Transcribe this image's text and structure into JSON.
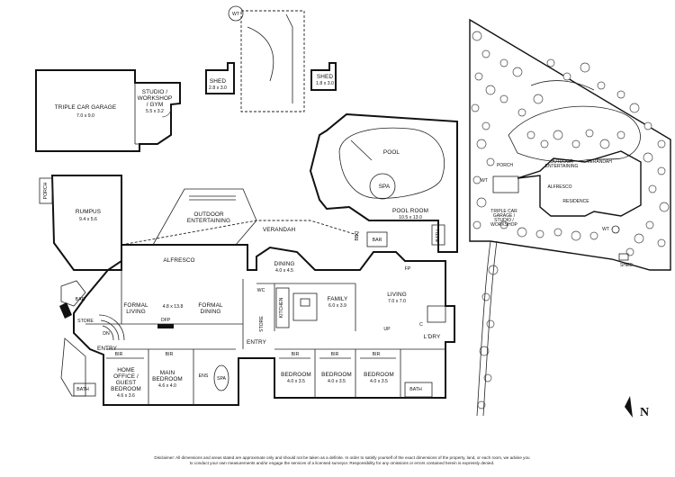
{
  "rooms": {
    "triple_garage": {
      "name": "TRIPLE CAR GARAGE",
      "dim": "7.0 x 9.0"
    },
    "studio": {
      "line1": "STUDIO /",
      "line2": "WORKSHOP",
      "line3": "/ GYM",
      "dim": "5.5 x 3.2"
    },
    "shed_left": {
      "name": "SHED",
      "dim": "2.8 x 3.0"
    },
    "shed_right": {
      "name": "SHED",
      "dim": "1.8 x 3.0"
    },
    "pool": {
      "name": "POOL"
    },
    "spa_pool": {
      "name": "SPA"
    },
    "pool_room": {
      "name": "POOL ROOM",
      "dim": "10.5 x 13.0"
    },
    "rumpus": {
      "name": "RUMPUS",
      "dim": "9.4 x 5.6"
    },
    "porch_left": {
      "name": "PORCH"
    },
    "outdoor": {
      "line1": "OUTDOOR",
      "line2": "ENTERTAINING"
    },
    "verandah": {
      "name": "VERANDAH"
    },
    "alfresco": {
      "name": "ALFRESCO"
    },
    "dining": {
      "name": "DINING",
      "dim": "4.0 x 4.5"
    },
    "bbq": {
      "name": "BBQ"
    },
    "bar_pool": {
      "name": "BAR"
    },
    "bath_pool": {
      "name": "BATH"
    },
    "formal_living": {
      "line1": "FORMAL",
      "line2": "LIVING"
    },
    "formal_dim": {
      "dim": "4.8 x 13.8"
    },
    "formal_dining": {
      "line1": "FORMAL",
      "line2": "DINING"
    },
    "ofp": {
      "name": "OFP"
    },
    "bar_left": {
      "name": "BAR"
    },
    "store_left": {
      "name": "STORE"
    },
    "dn": {
      "name": "DN"
    },
    "entry_left": {
      "name": "ENTRY"
    },
    "kitchen": {
      "name": "KITCHEN"
    },
    "store_mid": {
      "name": "STORE"
    },
    "family": {
      "name": "FAMILY",
      "dim": "6.0 x 3.9"
    },
    "living": {
      "name": "LIVING",
      "dim": "7.0 x 7.0"
    },
    "fp": {
      "name": "FP"
    },
    "ldry": {
      "name": "L'DRY"
    },
    "entry_main": {
      "name": "ENTRY"
    },
    "home_office": {
      "line1": "HOME",
      "line2": "OFFICE /",
      "line3": "GUEST",
      "line4": "BEDROOM",
      "dim": "4.6 x 3.6"
    },
    "main_bedroom": {
      "line1": "MAIN",
      "line2": "BEDROOM",
      "dim": "4.6 x 4.0"
    },
    "ens": {
      "name": "ENS"
    },
    "spa_ens": {
      "name": "SPA"
    },
    "bed1": {
      "name": "BEDROOM",
      "dim": "4.0 x 3.5"
    },
    "bed2": {
      "name": "BEDROOM",
      "dim": "4.0 x 3.5"
    },
    "bed3": {
      "name": "BEDROOM",
      "dim": "4.0 x 3.5"
    },
    "bath_left": {
      "name": "BATH"
    },
    "bath_right": {
      "name": "BATH"
    },
    "bir": {
      "name": "BIR"
    },
    "wt": {
      "name": "WT"
    },
    "up": {
      "name": "UP"
    },
    "wc": {
      "name": "WC"
    },
    "c": {
      "name": "C"
    }
  },
  "site": {
    "porch": "PORCH",
    "outdoor": "OUTDOOR",
    "entertaining": "ENTERTAINING",
    "verandah": "VERANDAH",
    "alfresco": "ALFRESCO",
    "residence": "RESIDENCE",
    "wt": "WT",
    "garage1": "TRIPLE CAR",
    "garage2": "GARAGE /",
    "garage3": "STUDIO /",
    "garage4": "WORKSHOP",
    "shed": "SHED"
  },
  "north": "N",
  "disclaimer": "Disclaimer: All dimensions and areas stated are approximate only and should not be taken as a definite. In order to satisfy yourself of the exact dimensions of the property, land, or each room, we advise you to conduct your own measurements and/or engage the services of a licensed surveyor. Responsibility for any omissions or errors contained herein is expressly denied."
}
